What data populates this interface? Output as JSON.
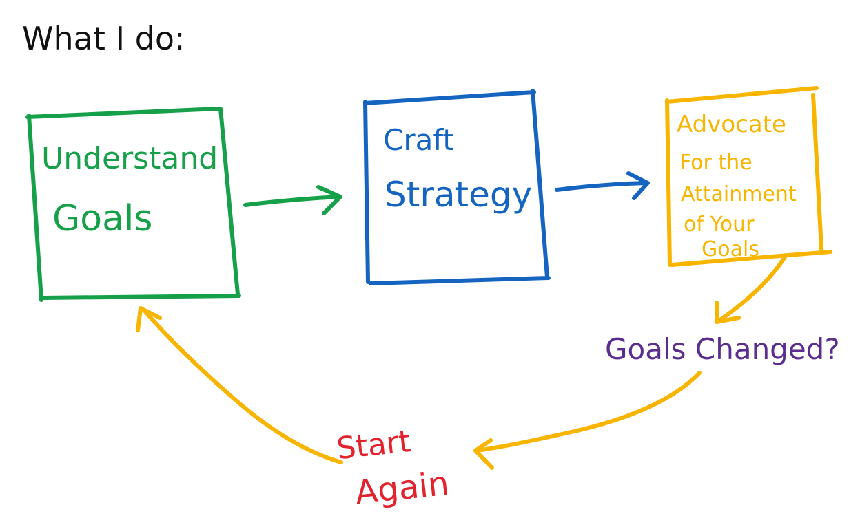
{
  "title": "What I do:",
  "steps": [
    {
      "lines": [
        "Understand",
        "Goals"
      ],
      "color": "#16a04a"
    },
    {
      "lines": [
        "Craft",
        "Strategy"
      ],
      "color": "#1565c0"
    },
    {
      "lines": [
        "Advocate",
        "For the",
        "Attainment",
        "of Your",
        "Goals"
      ],
      "color": "#f7b500"
    }
  ],
  "question": {
    "text": "Goals Changed?",
    "color": "#5a2d8e"
  },
  "restart": {
    "lines": [
      "Start",
      "Again"
    ],
    "color": "#e2222d"
  },
  "loop_arrow_color": "#f7b500",
  "title_color": "#111111"
}
